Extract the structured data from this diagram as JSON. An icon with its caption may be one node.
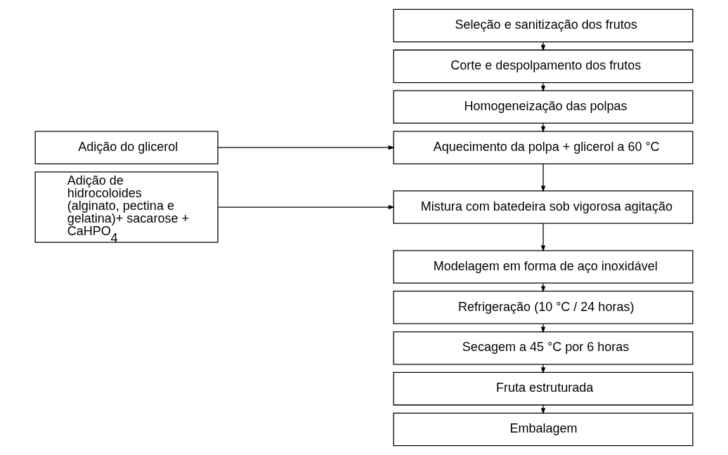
{
  "diagram": {
    "nodes": [
      {
        "text": [
          "Seleção e sanitização dos frutos"
        ]
      },
      {
        "text": [
          "Corte e despolpamento dos frutos"
        ]
      },
      {
        "text": [
          "Homogeneização das polpas"
        ]
      },
      {
        "text": [
          "Aquecimento da polpa + glicerol a 60 °C"
        ]
      },
      {
        "text": [
          "Mistura com batedeira sob vigorosa agitação"
        ]
      },
      {
        "text": [
          "Modelagem em forma de aço inoxidável"
        ]
      },
      {
        "text": [
          "Refrigeração (10 °C / 24 horas)"
        ]
      },
      {
        "text": [
          "Secagem a 45 °C por 6 horas"
        ]
      },
      {
        "text": [
          "Fruta estruturada"
        ]
      },
      {
        "text": [
          "Embalagem"
        ]
      },
      {
        "text": [
          "Adição do glicerol"
        ]
      },
      {
        "text": [
          "Adição de hidrocoloides (alginato, pectina e gelatina)+ sacarose + CaHPO$_{4}$"
        ]
      }
    ],
    "edges": [
      {
        "from": 0,
        "to": 1,
        "arrow": "to"
      },
      {
        "from": 1,
        "to": 2,
        "arrow": "to"
      },
      {
        "from": 2,
        "to": 3,
        "arrow": "to"
      },
      {
        "from": 3,
        "to": 4,
        "arrow": "to"
      },
      {
        "from": 4,
        "to": 5,
        "arrow": "to"
      },
      {
        "from": 5,
        "to": 6,
        "arrow": "to"
      },
      {
        "from": 6,
        "to": 7,
        "arrow": "to"
      },
      {
        "from": 7,
        "to": 8,
        "arrow": "to"
      },
      {
        "from": 8,
        "to": 9,
        "arrow": "to"
      },
      {
        "from": 10,
        "to": 3,
        "arrow": "to"
      },
      {
        "from": 11,
        "to": 4,
        "arrow": "to"
      }
    ]
  }
}
